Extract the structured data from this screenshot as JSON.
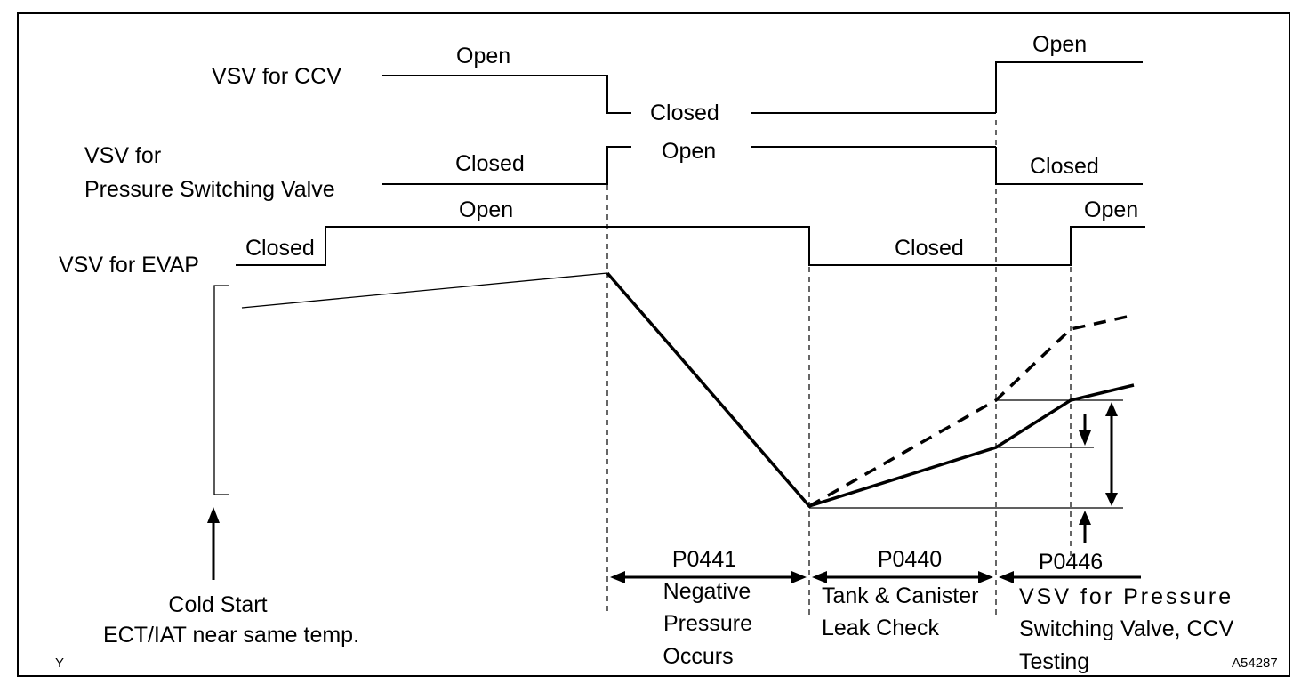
{
  "signals": {
    "ccv": {
      "name": "VSV for CCV",
      "state_1": "Open",
      "state_2": "Closed",
      "state_3": "Open"
    },
    "psv": {
      "name_line1": "VSV for",
      "name_line2": "Pressure Switching Valve",
      "state_1": "Closed",
      "state_2": "Open",
      "state_3": "Closed"
    },
    "evap": {
      "name": "VSV for EVAP",
      "state_1": "Closed",
      "state_2": "Open",
      "state_3": "Closed",
      "state_4": "Open"
    }
  },
  "cold_start": {
    "line1": "Cold Start",
    "line2": "ECT/IAT near same temp."
  },
  "phases": {
    "p0441": {
      "code": "P0441",
      "line1": "Negative",
      "line2": "Pressure",
      "line3": "Occurs"
    },
    "p0440": {
      "code": "P0440",
      "line1": "Tank & Canister",
      "line2": "Leak Check"
    },
    "p0446": {
      "code": "P0446",
      "line1": "VSV for Pressure",
      "line2": "Switching Valve, CCV",
      "line3": "Testing"
    }
  },
  "footer": {
    "corner_mark": "Y",
    "figure_id": "A54287"
  }
}
